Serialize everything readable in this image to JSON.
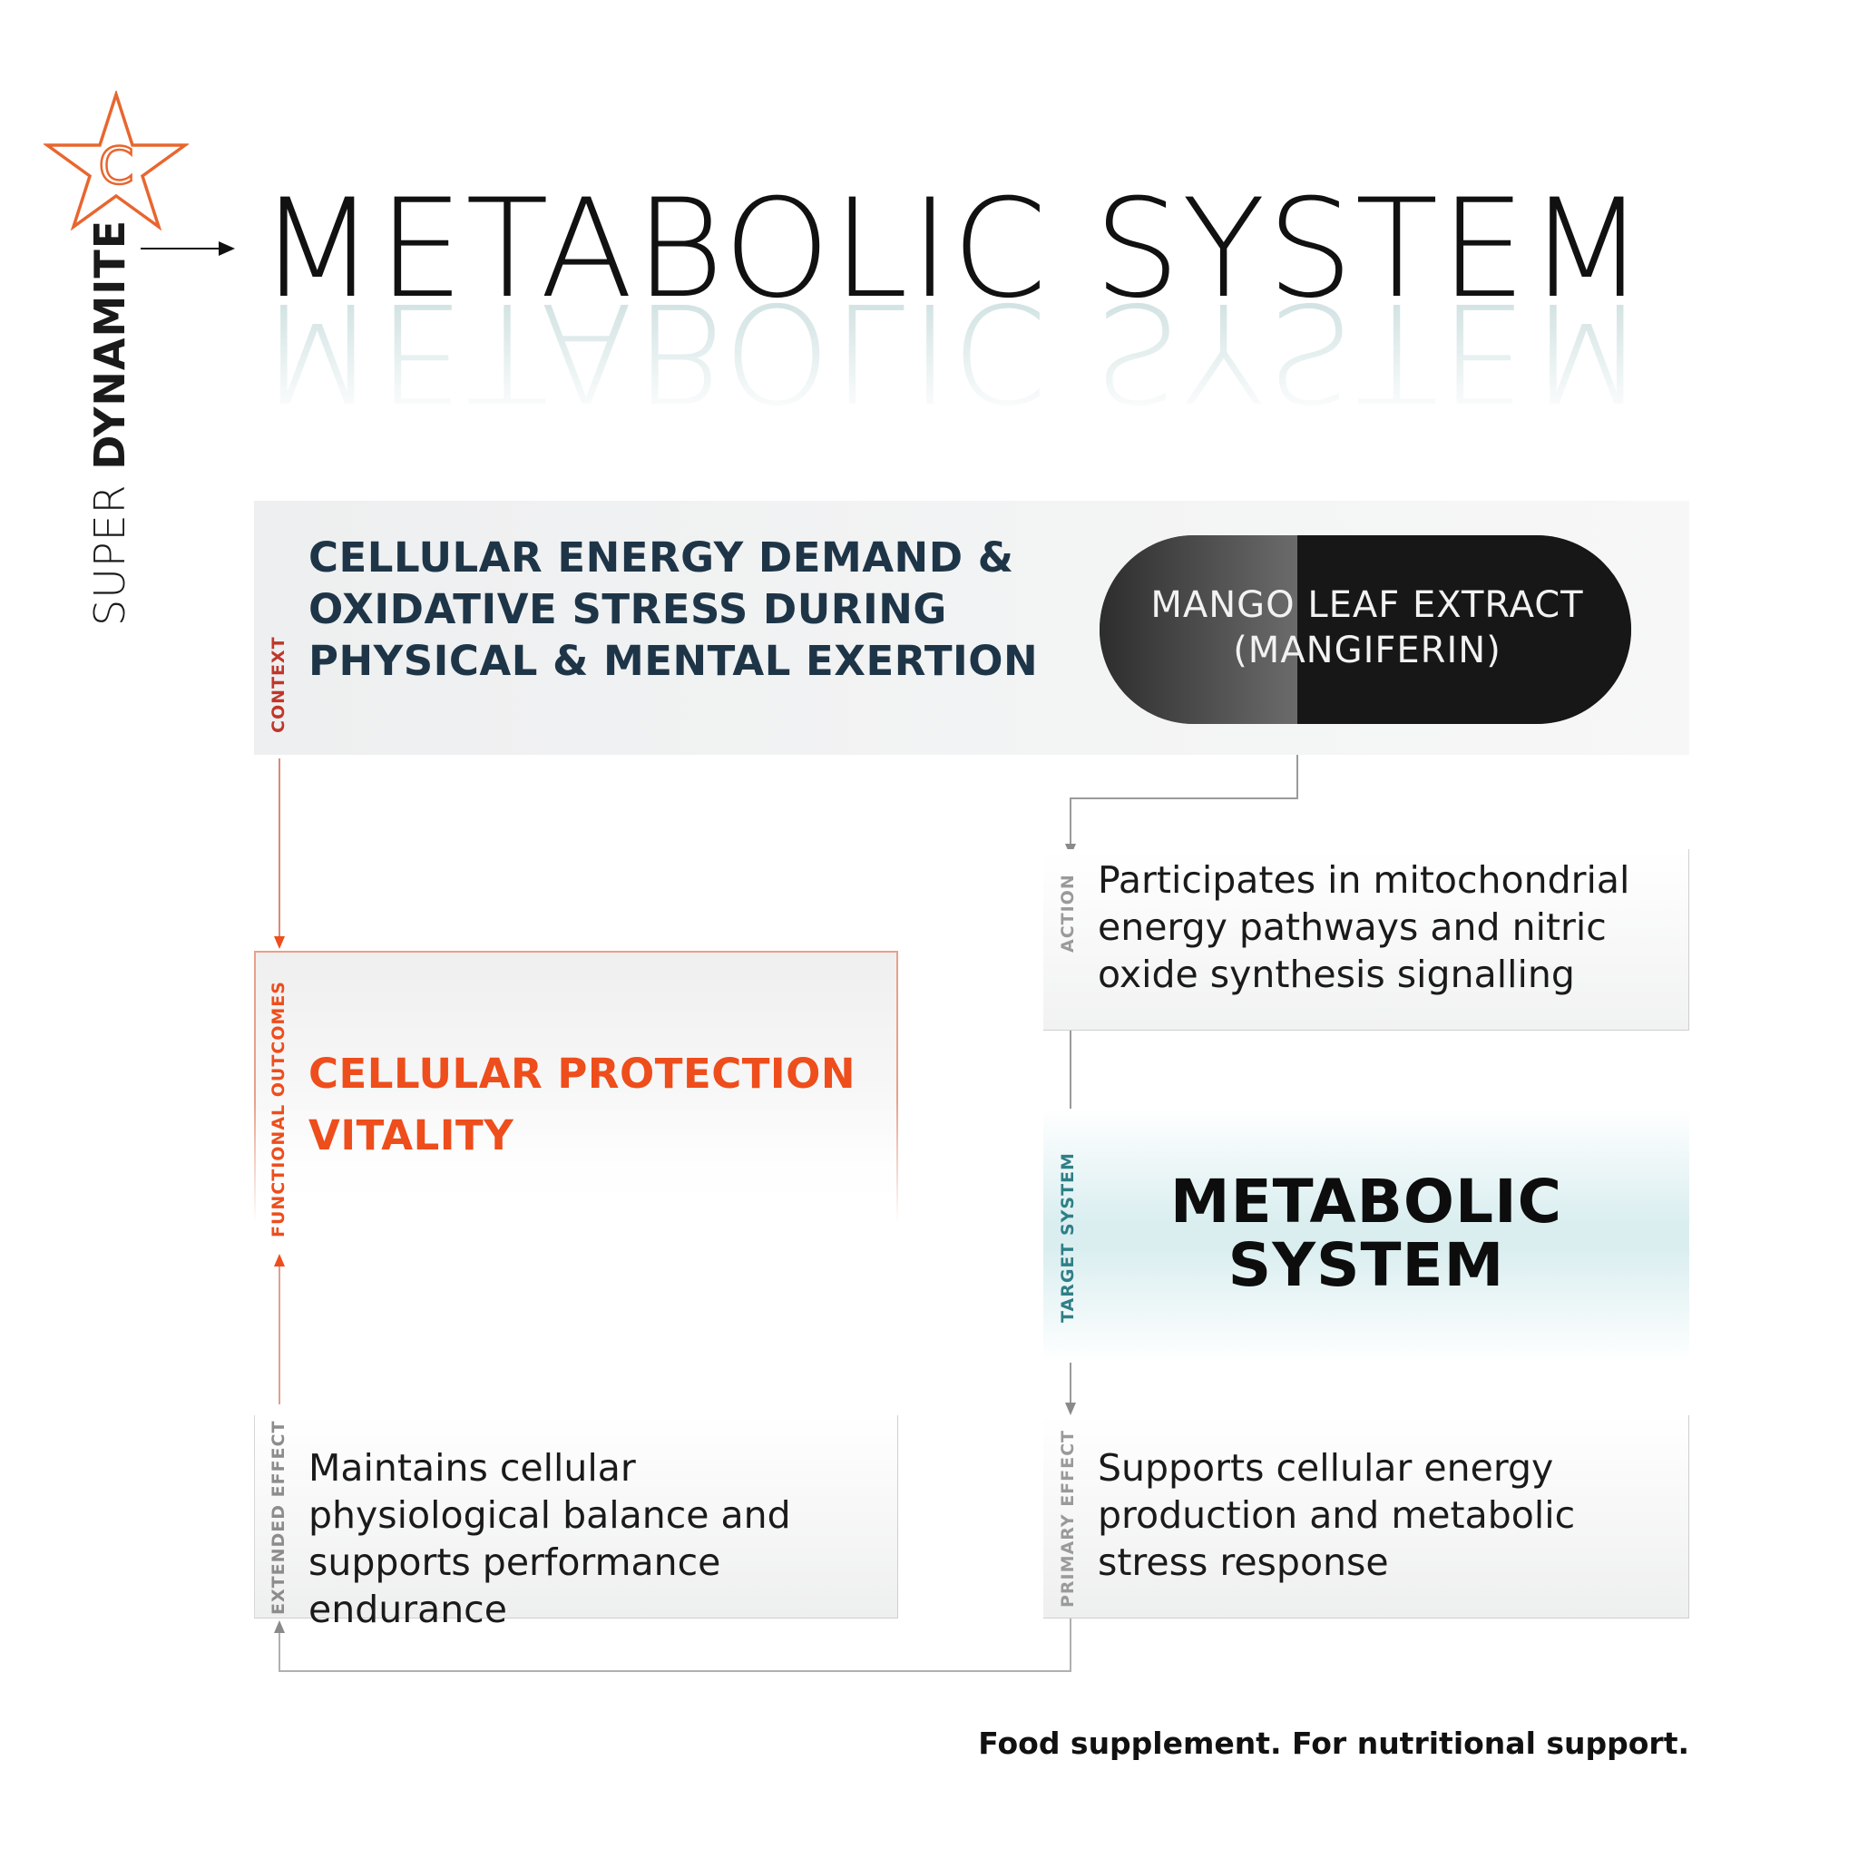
{
  "brand": {
    "light_word": "SUPER ",
    "bold_word": "DYNAMITE",
    "star_letter": "C",
    "accent_color": "#e8662f"
  },
  "title": "METABOLIC SYSTEM",
  "context": {
    "label": "CONTEXT",
    "text": "CELLULAR ENERGY DEMAND & OXIDATIVE STRESS DURING PHYSICAL & MENTAL EXERTION",
    "label_color": "#c0362a",
    "text_color": "#1e3547"
  },
  "ingredient": {
    "line1": "MANGO LEAF EXTRACT",
    "line2": "(MANGIFERIN)"
  },
  "action": {
    "label": "ACTION",
    "text": "Participates in mitochondrial energy pathways and nitric oxide synthesis signalling"
  },
  "functional_outcomes": {
    "label": "FUNCTIONAL OUTCOMES",
    "line1": "CELLULAR PROTECTION",
    "line2": "VITALITY",
    "color": "#ee4d1c"
  },
  "target_system": {
    "label": "TARGET SYSTEM",
    "line1": "METABOLIC",
    "line2": "SYSTEM",
    "label_color": "#2f7f86"
  },
  "extended_effect": {
    "label": "EXTENDED EFFECT",
    "text": "Maintains cellular physiological balance and supports performance endurance"
  },
  "primary_effect": {
    "label": "PRIMARY EFFECT",
    "text": "Supports cellular energy production and metabolic stress response"
  },
  "footer": "Food supplement. For nutritional support."
}
